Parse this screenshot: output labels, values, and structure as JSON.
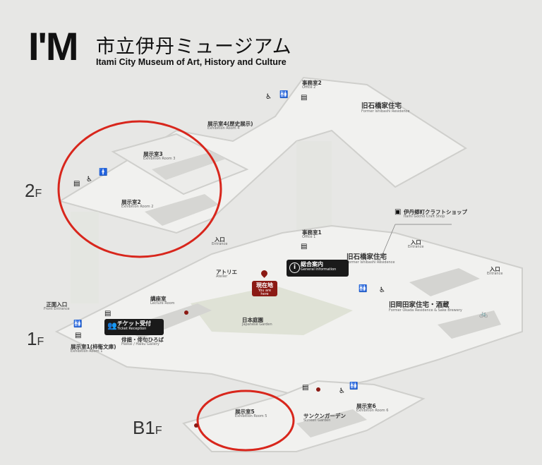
{
  "logo": {
    "mark": "I'M",
    "title_ja": "市立伊丹ミュージアム",
    "title_en": "Itami City Museum of Art, History and Culture"
  },
  "floors": {
    "f2": "2",
    "f1": "1",
    "b1": "B1",
    "suffix": "F"
  },
  "labels": {
    "office2": {
      "ja": "事務室2",
      "en": "Office 2"
    },
    "ishibashi_top": {
      "ja": "旧石橋家住宅",
      "en": "Former Ishibashi Residence"
    },
    "room4": {
      "ja": "展示室4(歴史展示)",
      "en": "Exhibition Room 4"
    },
    "room3": {
      "ja": "展示室3",
      "en": "Exhibition Room 3"
    },
    "room2": {
      "ja": "展示室2",
      "en": "Exhibition Room 2"
    },
    "craftshop": {
      "ja": "伊丹郷町クラフトショップ",
      "en": "Itami Gocho Craft Shop"
    },
    "entrance_a": {
      "ja": "入口",
      "en": "Entrance"
    },
    "entrance_b": {
      "ja": "入口",
      "en": "Entrance"
    },
    "entrance_c": {
      "ja": "入口",
      "en": "Entrance"
    },
    "office1": {
      "ja": "事務室1",
      "en": "Office 1"
    },
    "ishibashi": {
      "ja": "旧石橋家住宅",
      "en": "Former Ishibashi Residence"
    },
    "atelier": {
      "ja": "アトリエ",
      "en": "Atelier"
    },
    "front_entrance": {
      "ja": "正面入口",
      "en": "Front Entrance"
    },
    "lecture": {
      "ja": "講座室",
      "en": "Lecture Room"
    },
    "okada": {
      "ja": "旧岡田家住宅・酒蔵",
      "en": "Former Okada Residence & Sake Brewery"
    },
    "garden": {
      "ja": "日本庭園",
      "en": "Japanese Garden"
    },
    "haikai": {
      "ja": "俳諧・俳句ひろば",
      "en": "Haikai / Haiku Gallery"
    },
    "room1": {
      "ja": "展示室1(柿衞文庫)",
      "en": "Exhibition Room 1"
    },
    "room5": {
      "ja": "展示室5",
      "en": "Exhibition Room 5"
    },
    "sunken": {
      "ja": "サンクンガーデン",
      "en": "Sunken Garden"
    },
    "room6": {
      "ja": "展示室6",
      "en": "Exhibition Room 6"
    }
  },
  "boxes": {
    "info": {
      "ja": "総合案内",
      "en": "General Information"
    },
    "here": {
      "ja": "現在地",
      "en": "You are here"
    },
    "ticket": {
      "ja": "チケット受付",
      "en": "Ticket Reception"
    }
  },
  "colors": {
    "highlight_circle": "#d8261c",
    "here_box": "#8b1a14",
    "info_box": "#1a1a1a"
  }
}
